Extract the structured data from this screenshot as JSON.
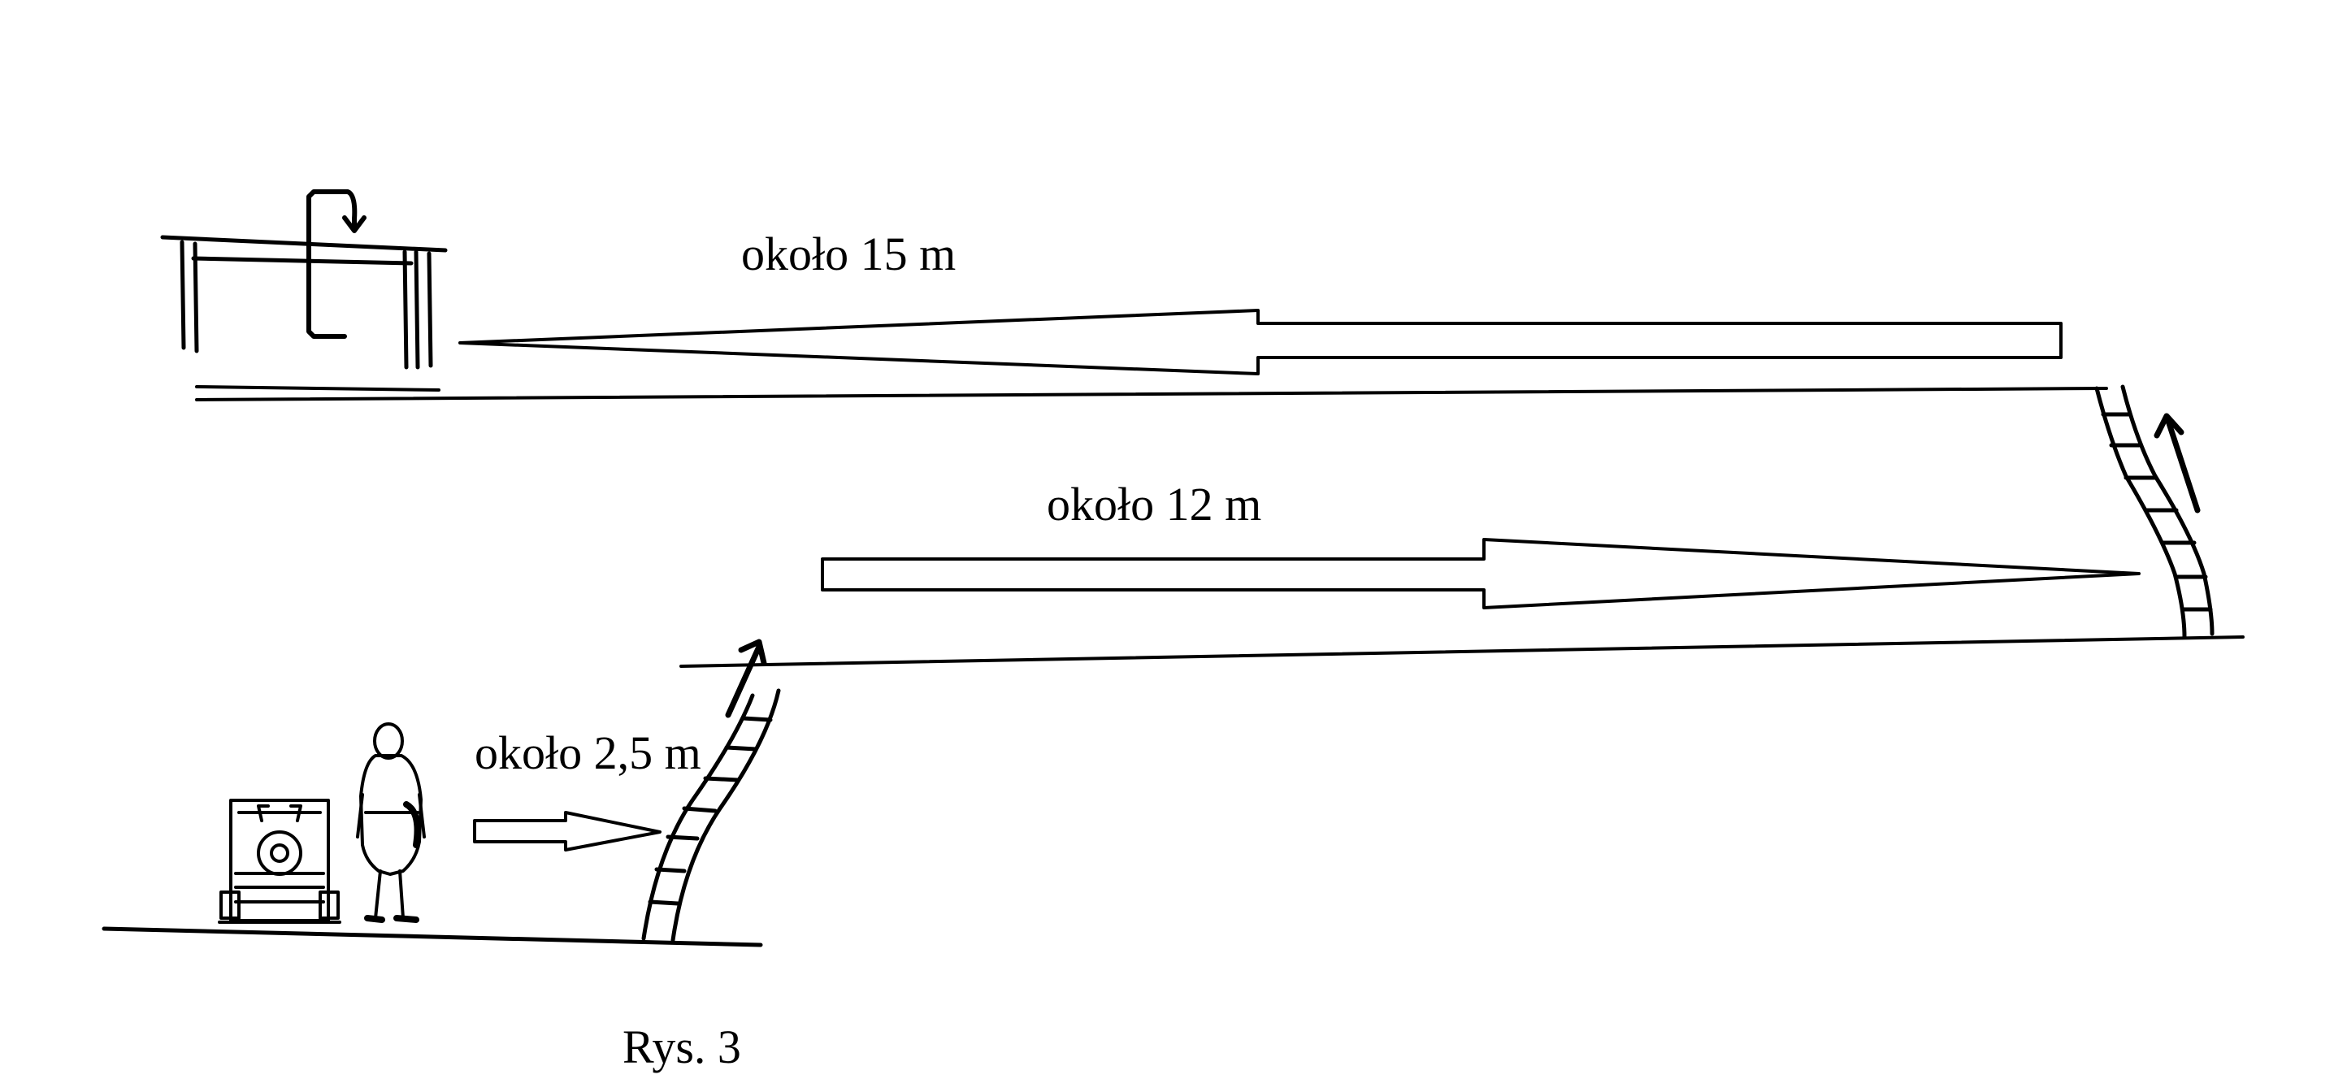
{
  "labels": {
    "dist_15": "około 15 m",
    "dist_12": "około 12 m",
    "dist_2_5": "około 2,5 m",
    "caption": "Rys. 3"
  }
}
